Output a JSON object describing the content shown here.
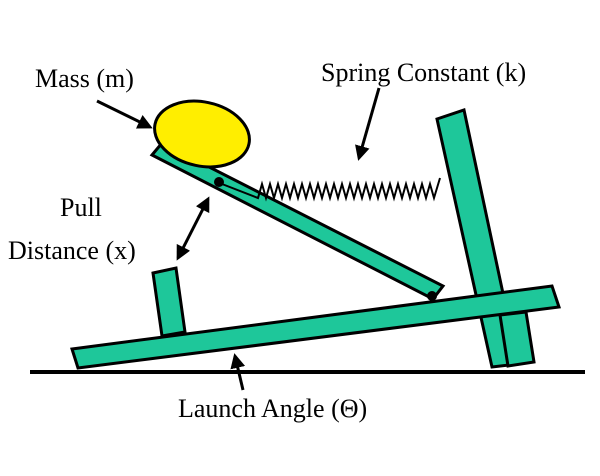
{
  "labels": {
    "mass": "Mass (m)",
    "spring_constant": "Spring Constant (k)",
    "pull_distance_line1": "Pull",
    "pull_distance_line2": "Distance (x)",
    "launch_angle": "Launch Angle (Θ)"
  },
  "colors": {
    "structure": "#1ec79a",
    "mass": "#ffee00",
    "outline": "#000000",
    "background": "#ffffff"
  },
  "icons": {
    "mass": "yellow-ellipse",
    "spring": "zigzag-spring",
    "arrows": "black-arrows"
  }
}
